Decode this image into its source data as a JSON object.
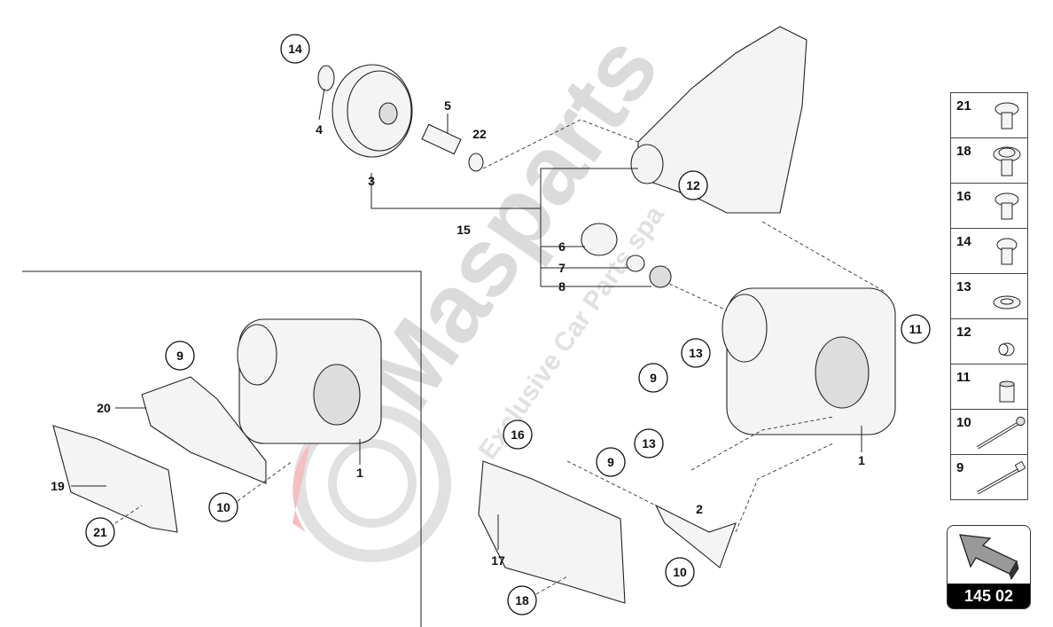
{
  "diagram": {
    "watermark": {
      "brand": "Masparts",
      "tagline": "Exclusive Car Parts spa"
    },
    "circled_callouts": [
      "14",
      "12",
      "11",
      "13",
      "9",
      "9",
      "16",
      "13",
      "9",
      "10",
      "21",
      "18",
      "10"
    ],
    "plain_callouts": [
      "4",
      "5",
      "22",
      "3",
      "15",
      "6",
      "7",
      "8",
      "20",
      "19",
      "1",
      "1",
      "17",
      "2"
    ]
  },
  "legend": {
    "items": [
      {
        "number": "21",
        "icon": "flange-bolt-icon"
      },
      {
        "number": "18",
        "icon": "washer-bolt-icon"
      },
      {
        "number": "16",
        "icon": "flange-bolt-icon"
      },
      {
        "number": "14",
        "icon": "flange-bolt-icon"
      },
      {
        "number": "13",
        "icon": "washer-icon"
      },
      {
        "number": "12",
        "icon": "sleeve-icon"
      },
      {
        "number": "11",
        "icon": "bushing-icon"
      },
      {
        "number": "10",
        "icon": "long-bolt-icon"
      },
      {
        "number": "9",
        "icon": "long-bolt-icon"
      }
    ]
  },
  "nav": {
    "page_code": "145 02",
    "icon": "arrow-back-icon"
  }
}
